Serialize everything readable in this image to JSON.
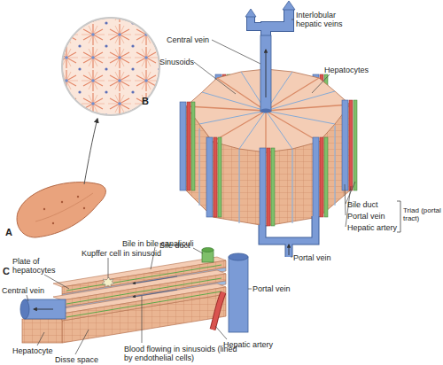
{
  "diagram": {
    "labels": [
      "A",
      "Interlobular hepatic veins",
      "Central vein",
      "Sinusoids",
      "Hepatocytes",
      "B",
      "Bile duct",
      "Portal vein",
      "Hepatic artery",
      "Triad (portal tract)",
      "Portal vein",
      "Kupffer cell in sinusoid",
      "Plate of hepatocytes",
      "Bile in bile canaliculi",
      "Bile duct",
      "Central vein",
      "Portal vein",
      "C",
      "Hepatocyte",
      "Disse space",
      "Blood flowing in sinusoids (lined by endothelial cells)",
      "Hepatic artery"
    ]
  }
}
